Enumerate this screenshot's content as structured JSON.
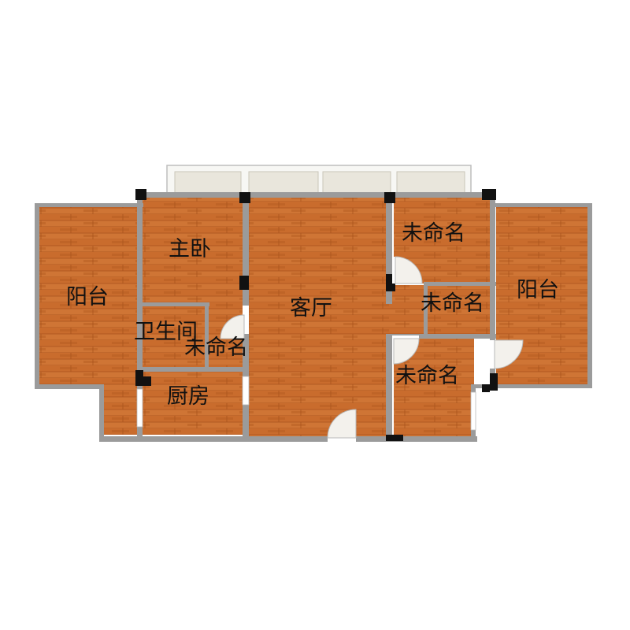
{
  "rooms": {
    "balcony_left": "阳台",
    "master_bedroom": "主卧",
    "bathroom": "卫生间",
    "unnamed_small": "未命名",
    "kitchen": "厨房",
    "living_room": "客厅",
    "unnamed_top_right": "未命名",
    "unnamed_middle_right": "未命名",
    "unnamed_bottom_right": "未命名",
    "balcony_right": "阳台"
  },
  "colors": {
    "floor": "#cf7535",
    "floor_alt": "#b65d22",
    "wall": "#9b9b9b",
    "column": "#111111",
    "window": "#e9e6dc"
  }
}
